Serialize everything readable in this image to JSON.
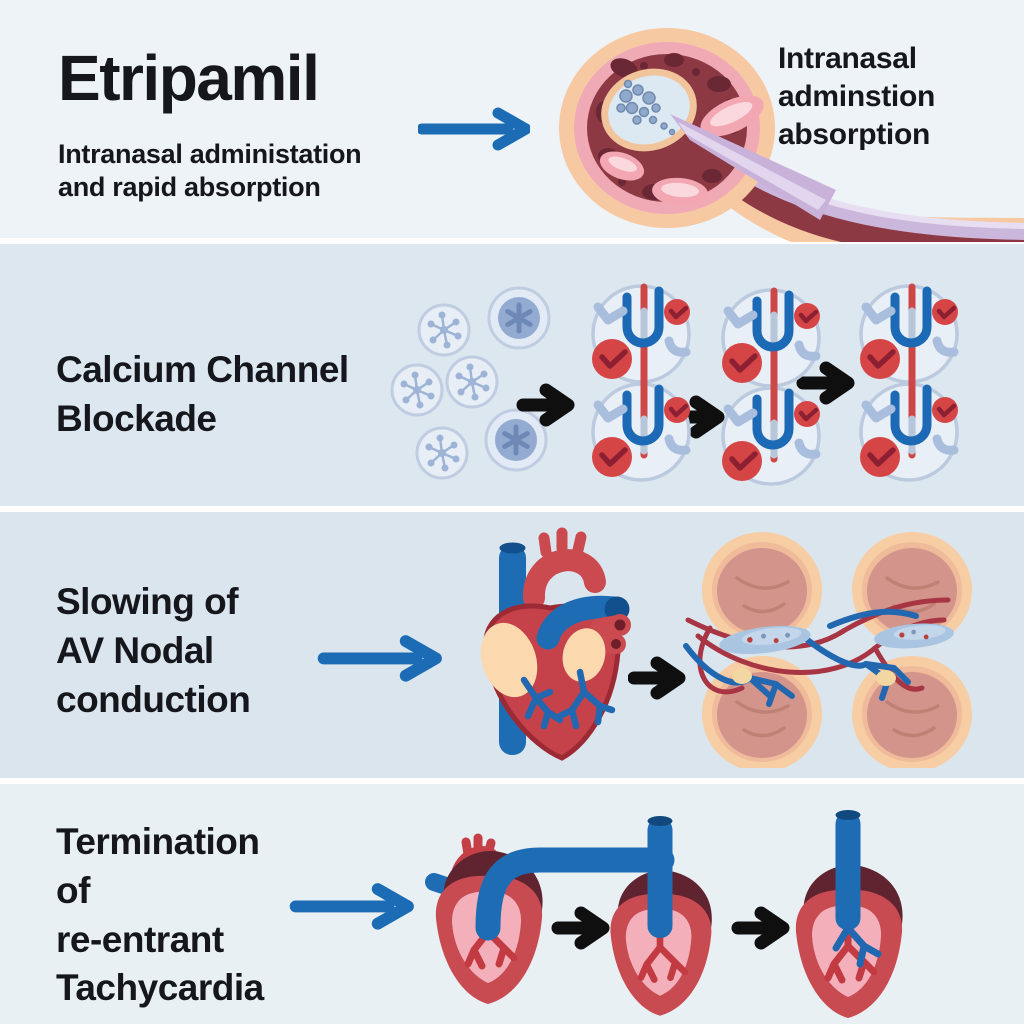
{
  "palette": {
    "band1_bg": "#edf3f6",
    "band2_bg": "#dde7f0",
    "band3_bg": "#dbe5ee",
    "band4_bg": "#e9f0f3",
    "divider": "#ffffff",
    "text": "#15171c",
    "arrow_blue": "#1b6cb5",
    "arrow_black": "#0f0f0f",
    "red": "#d24646",
    "dark_red": "#8c1f32",
    "channel_blue": "#1d6ab8",
    "light_blue": "#a9bedd",
    "peach": "#f6c9a2",
    "pink": "#efaab6",
    "maroon": "#8d3944",
    "lavender": "#c9b2da"
  },
  "header": {
    "title": "Etripamil",
    "subtitle": "Intranasal administation\nand rapid absorption",
    "illustration_caption": "Intranasal\nadminstion\nabsorption"
  },
  "steps": [
    {
      "label": "Calcium Channel\nBlockade"
    },
    {
      "label": "Slowing of\nAV Nodal\nconduction"
    },
    {
      "label": "Termination\nof\nre-entrant\nTachycardia"
    }
  ],
  "icons": {
    "flow-arrow": "→"
  }
}
